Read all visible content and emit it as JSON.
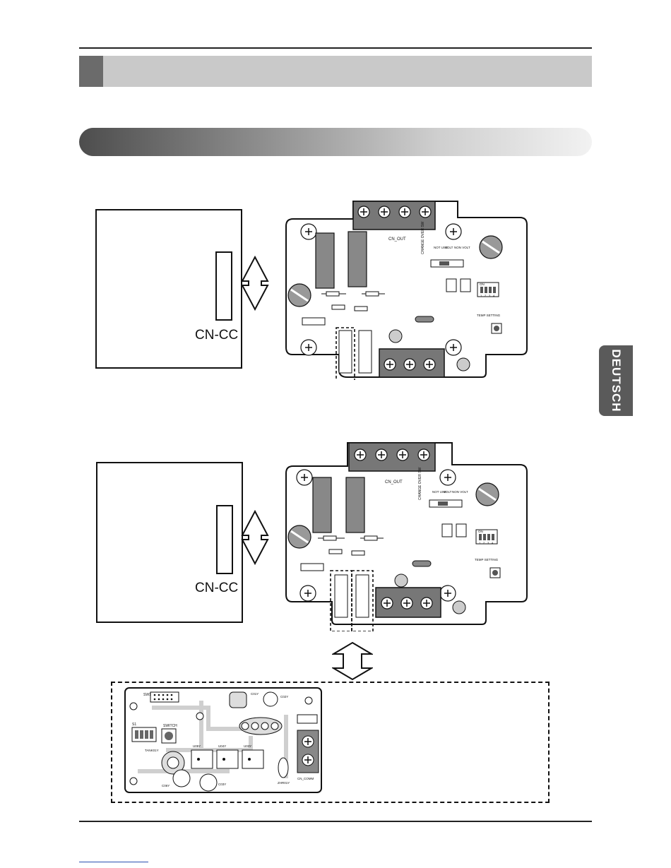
{
  "header": {
    "title": ""
  },
  "section": {
    "subtitle": ""
  },
  "side_tab": {
    "label": "DEUTSCH"
  },
  "diagram1": {
    "connector_label": "CN-CC",
    "board": {
      "top_terminal_label": "CN_OUT",
      "changeover_label": "CHANGE OVER SW",
      "switch_left_label": "NOT USE",
      "switch_mid_label": "VOLT",
      "switch_right_label": "NON VOLT",
      "dip_on_label": "ON",
      "dip_numbers": [
        "1",
        "2",
        "3",
        "4"
      ],
      "temp_label": "TEMP SETTING"
    }
  },
  "diagram2": {
    "connector_label": "CN-CC",
    "board": {
      "top_terminal_label": "CN_OUT",
      "changeover_label": "CHANGE OVER SW",
      "switch_left_label": "NOT USE",
      "switch_mid_label": "VOLT",
      "switch_right_label": "NON VOLT",
      "dip_on_label": "ON",
      "dip_numbers": [
        "1",
        "2",
        "3",
        "4"
      ],
      "temp_label": "TEMP SETTING"
    }
  },
  "diagram3": {
    "labels": {
      "sw1": "SW1",
      "s1": "S1",
      "switch": "SWITCH",
      "tank": "TANK01Y",
      "u05": "U05Y",
      "u04": "U04Y",
      "u03": "U03Y",
      "comm": "CN_COMM",
      "zhr": "ZHR01Y",
      "c06": "C06Y",
      "c03": "C03Y",
      "c02": "C02Y",
      "c01": "C01Y"
    }
  }
}
